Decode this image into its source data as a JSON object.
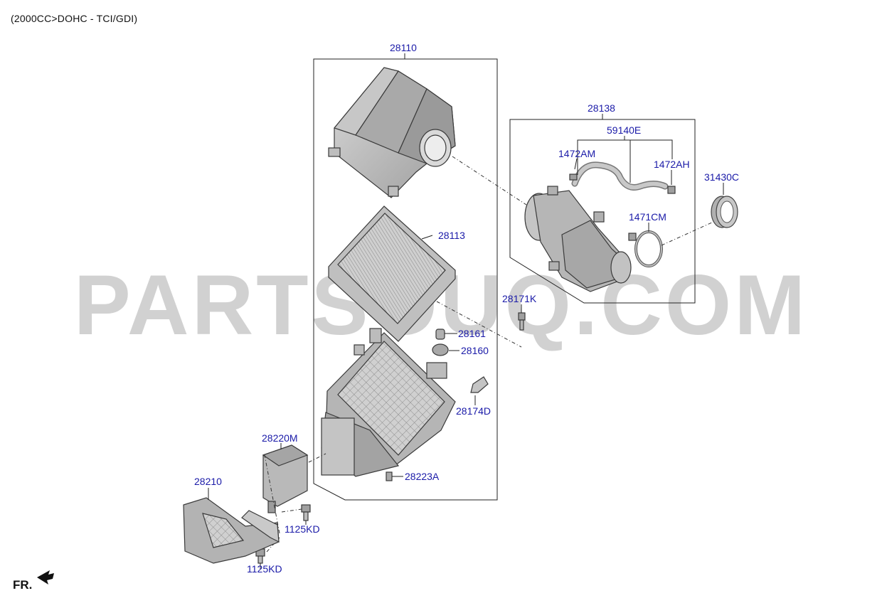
{
  "header": {
    "title": "(2000CC>DOHC - TCI/GDI)"
  },
  "footer": {
    "direction_label": "FR."
  },
  "watermark": {
    "text": "PARTSOUQ.COM"
  },
  "labels": {
    "p28110": "28110",
    "p28113": "28113",
    "p28138": "28138",
    "p59140E": "59140E",
    "p1472AM": "1472AM",
    "p1472AH": "1472AH",
    "p31430C": "31430C",
    "p1471CM": "1471CM",
    "p28171K": "28171K",
    "p28161": "28161",
    "p28160": "28160",
    "p28174D": "28174D",
    "p28220M": "28220M",
    "p28223A": "28223A",
    "p28210": "28210",
    "p1125KD_a": "1125KD",
    "p1125KD_b": "1125KD"
  },
  "colors": {
    "part_fill": "#b8b8b8",
    "part_dark": "#8e8e8e",
    "part_light": "#d6d6d6",
    "label": "#1a1aa8"
  }
}
